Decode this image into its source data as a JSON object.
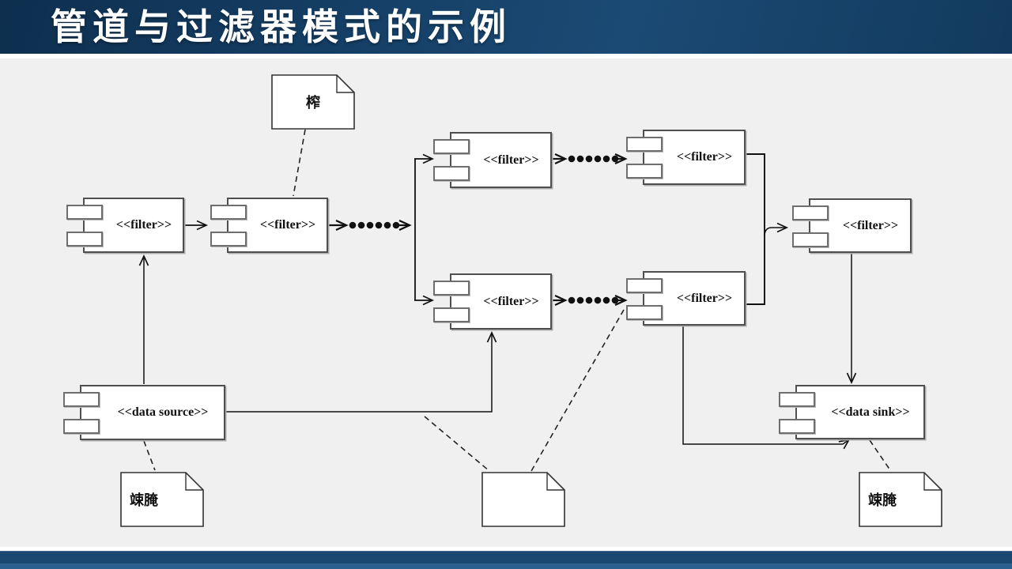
{
  "slide": {
    "title": "管道与过滤器模式的示例"
  },
  "theme": {
    "header_bg": "#143e63",
    "body_bg": "#f0f0f0",
    "footer_bar": "#1b4871",
    "footer_strip": "#2d608f",
    "box_border": "#4f4f4f",
    "line_color": "#111111",
    "title_color": "#ffffff"
  },
  "diagram": {
    "components": [
      {
        "id": "filter-1",
        "label": "<<filter>>"
      },
      {
        "id": "filter-2",
        "label": "<<filter>>"
      },
      {
        "id": "filter-3",
        "label": "<<filter>>"
      },
      {
        "id": "filter-4",
        "label": "<<filter>>"
      },
      {
        "id": "filter-5",
        "label": "<<filter>>"
      },
      {
        "id": "filter-6",
        "label": "<<filter>>"
      },
      {
        "id": "filter-7",
        "label": "<<filter>>"
      },
      {
        "id": "data-source",
        "label": "<<data source>>"
      },
      {
        "id": "data-sink",
        "label": "<<data sink>>"
      }
    ],
    "notes": [
      {
        "id": "note-top",
        "text": "榨"
      },
      {
        "id": "note-bottom-left",
        "text": "竦腌"
      },
      {
        "id": "note-bottom-center",
        "text": ""
      },
      {
        "id": "note-bottom-right",
        "text": "竦腌"
      }
    ]
  }
}
